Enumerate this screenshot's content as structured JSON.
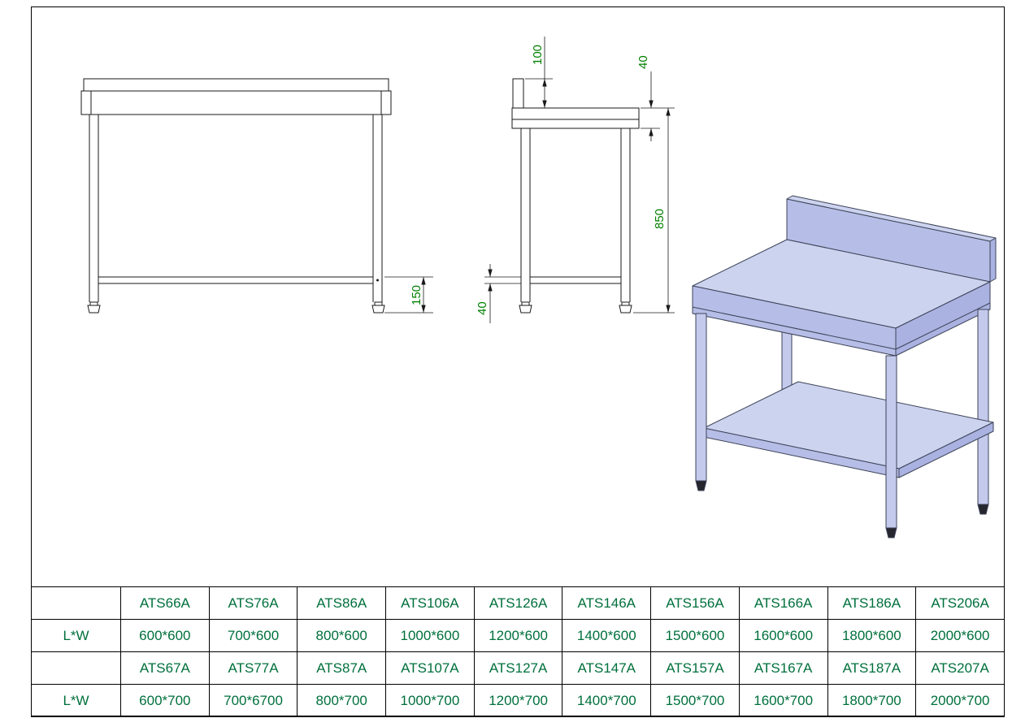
{
  "sheet": {
    "background": "#ffffff",
    "border_color": "#000000"
  },
  "colors": {
    "line": "#1a1a1a",
    "dimension_text": "#008000",
    "table_text": "#00703c",
    "iso_top": "#ccd3ef",
    "iso_front": "#b6bee7",
    "iso_side": "#a9b2e0",
    "iso_leg": "#c4caec",
    "iso_stroke": "#3d4358",
    "foot": "#26262e"
  },
  "dimensions": {
    "front_shelf_to_floor": "150",
    "side_backsplash_height": "100",
    "side_top_thickness": "40",
    "side_overall_height": "850",
    "side_shelf_thickness": "40"
  },
  "specs": {
    "rows": [
      {
        "cells": [
          "",
          "ATS66A",
          "ATS76A",
          "ATS86A",
          "ATS106A",
          "ATS126A",
          "ATS146A",
          "ATS156A",
          "ATS166A",
          "ATS186A",
          "ATS206A"
        ]
      },
      {
        "cells": [
          "L*W",
          "600*600",
          "700*600",
          "800*600",
          "1000*600",
          "1200*600",
          "1400*600",
          "1500*600",
          "1600*600",
          "1800*600",
          "2000*600"
        ]
      },
      {
        "cells": [
          "",
          "ATS67A",
          "ATS77A",
          "ATS87A",
          "ATS107A",
          "ATS127A",
          "ATS147A",
          "ATS157A",
          "ATS167A",
          "ATS187A",
          "ATS207A"
        ]
      },
      {
        "cells": [
          "L*W",
          "600*700",
          "700*6700",
          "800*700",
          "1000*700",
          "1200*700",
          "1400*700",
          "1500*700",
          "1600*700",
          "1800*700",
          "2000*700"
        ]
      }
    ]
  }
}
